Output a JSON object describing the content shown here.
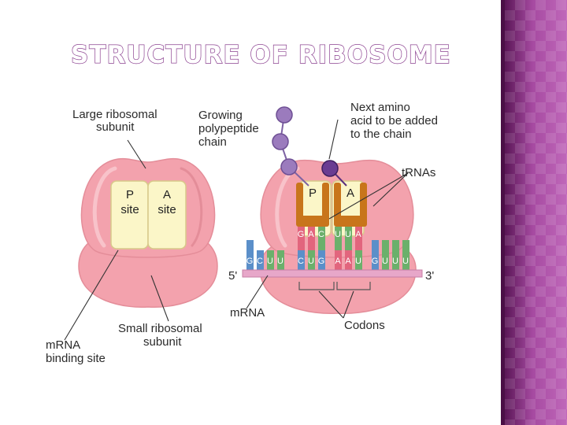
{
  "slide": {
    "title": "STRUCTURE OF RIBOSOME",
    "colors": {
      "title_outline": "#8a3f8f",
      "panel": "#8b2d86",
      "ribosome": "#f3a2ad",
      "site_box": "#fbf6c8",
      "trna": "#c8751b",
      "amino_acid": "#9b7bbd"
    }
  },
  "diagram": {
    "labels": {
      "large_subunit": [
        "Large ribosomal",
        "subunit"
      ],
      "growing_chain": [
        "Growing",
        "polypeptide",
        "chain"
      ],
      "next_amino_acid": [
        "Next amino",
        "acid to be added",
        "to the chain"
      ],
      "trnas": "tRNAs",
      "small_subunit": [
        "Small ribosomal",
        "subunit"
      ],
      "mrna_binding_site": [
        "mRNA",
        "binding site"
      ],
      "mrna": "mRNA",
      "codons": "Codons",
      "five_prime": "5'",
      "three_prime": "3'"
    },
    "site_labels": {
      "left": {
        "p": "P",
        "p_site": "site",
        "a": "A",
        "a_site": "site"
      },
      "right": {
        "p": "P",
        "a": "A"
      }
    },
    "anticodon_bases": [
      "G",
      "A",
      "C",
      "U",
      "U",
      "A"
    ],
    "mrna_bases": [
      "G",
      "C",
      "U",
      "U",
      "C",
      "U",
      "G",
      "A",
      "A",
      "U",
      "G",
      "U",
      "U",
      "U"
    ]
  }
}
